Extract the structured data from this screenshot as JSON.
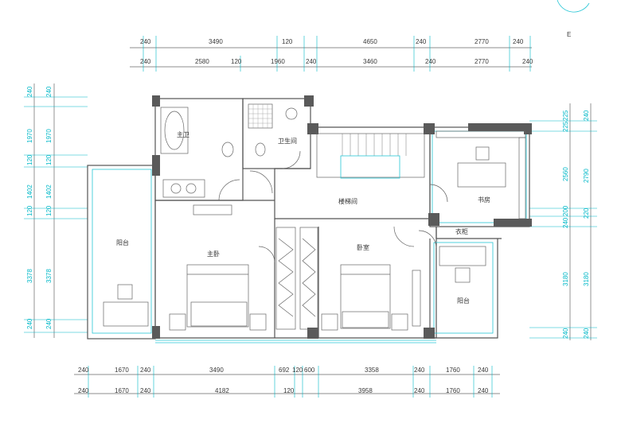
{
  "compass_label": "E",
  "dims_top_row1": [
    "240",
    "3490",
    "120",
    "4650",
    "240",
    "2770",
    "240"
  ],
  "dims_top_row2": [
    "240",
    "2580",
    "120",
    "1960",
    "240",
    "3460",
    "240",
    "2770",
    "240"
  ],
  "dims_bottom_row1": [
    "240",
    "1670",
    "240",
    "3490",
    "692",
    "120",
    "600",
    "3358",
    "240",
    "1760",
    "240"
  ],
  "dims_bottom_row2": [
    "240",
    "1670",
    "240",
    "4182",
    "120",
    "3958",
    "240",
    "1760",
    "240"
  ],
  "dims_left_outer": [
    "240",
    "1970",
    "120",
    "1402",
    "120",
    "3378",
    "240"
  ],
  "dims_left_inner": [
    "240",
    "1970",
    "120",
    "1402",
    "120",
    "3378",
    "240"
  ],
  "dims_right_inner": [
    "225",
    "225",
    "2560",
    "200",
    "240",
    "3180",
    "240"
  ],
  "dims_right_outer": [
    "240",
    "2790",
    "220",
    "3180",
    "240"
  ],
  "rooms": {
    "master_bath": "主卫",
    "bathroom": "卫生间",
    "stairwell": "楼梯间",
    "study": "书房",
    "closet": "衣柜",
    "master_bedroom": "主卧",
    "bedroom": "卧室",
    "balcony_left": "阳台",
    "balcony_right": "阳台"
  }
}
